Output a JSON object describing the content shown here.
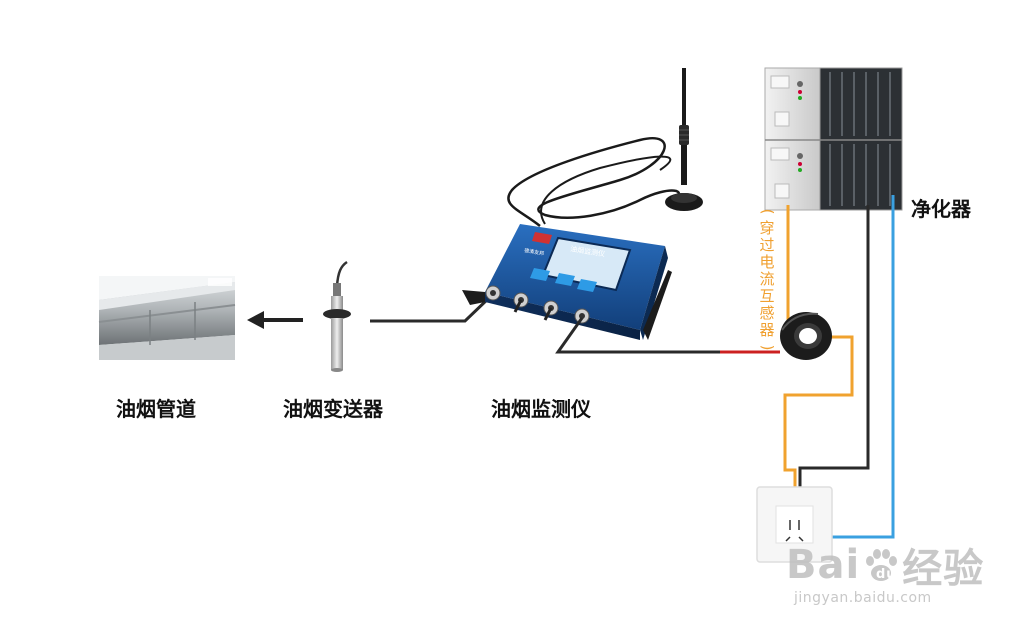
{
  "labels": {
    "duct": "油烟管道",
    "transmitter": "油烟变送器",
    "monitor": "油烟监测仪",
    "purifier": "净化器",
    "ct_sensor": [
      "(",
      "穿",
      "过",
      "电",
      "流",
      "互",
      "感",
      "器",
      ")"
    ]
  },
  "monitor_panel": {
    "title": "油烟监测仪",
    "brand": "德清友邦"
  },
  "watermark": {
    "text_a": "Bai",
    "text_b": "经验",
    "url": "jingyan.baidu.com"
  },
  "colors": {
    "orange_wire": "#f0a22e",
    "blue_wire": "#3aa0e0",
    "black_wire": "#2a2a2a",
    "red_wire": "#cc2020",
    "monitor_body": "#1e5aa8"
  },
  "icons": [
    "arrow-left-icon",
    "antenna-icon",
    "power-socket-icon",
    "current-transformer-icon",
    "baidu-paw-icon"
  ]
}
